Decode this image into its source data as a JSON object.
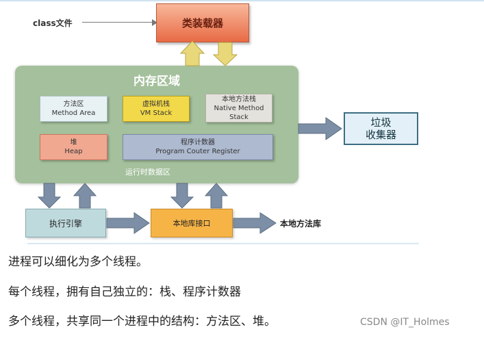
{
  "diagram": {
    "class_file_label": "class文件",
    "class_loader": "类装载器",
    "memory_area": {
      "title": "内存区域",
      "subtitle": "运行时数据区",
      "method_area": {
        "cn": "方法区",
        "en": "Method Area"
      },
      "vm_stack": {
        "cn": "虚拟机栈",
        "en": "VM Stack"
      },
      "native_method_stack": {
        "cn": "本地方法栈",
        "en1": "Native Method",
        "en2": "Stack"
      },
      "heap": {
        "cn": "堆",
        "en": "Heap"
      },
      "program_counter": {
        "cn": "程序计数器",
        "en": "Program Couter Register"
      }
    },
    "garbage_collector": {
      "line1": "垃圾",
      "line2": "收集器"
    },
    "execution_engine": "执行引擎",
    "native_interface": "本地库接口",
    "native_library": "本地方法库"
  },
  "text": {
    "para1": "进程可以细化为多个线程。",
    "para2": "每个线程，拥有自己独立的：栈、程序计数器",
    "para3": "多个线程，共享同一个进程中的结构：方法区、堆。"
  },
  "watermark": "CSDN @IT_Holmes",
  "colors": {
    "memory_area": "#a4c09c",
    "class_loader": "#e86a45",
    "heap": "#f1a891",
    "vm_stack": "#f2d94a",
    "program_counter": "#aebad0",
    "native_interface": "#f6b447",
    "execution_engine": "#bfdadd",
    "arrow_fill": "#7c8fa6",
    "loader_arrow_fill": "#e8d87a"
  }
}
